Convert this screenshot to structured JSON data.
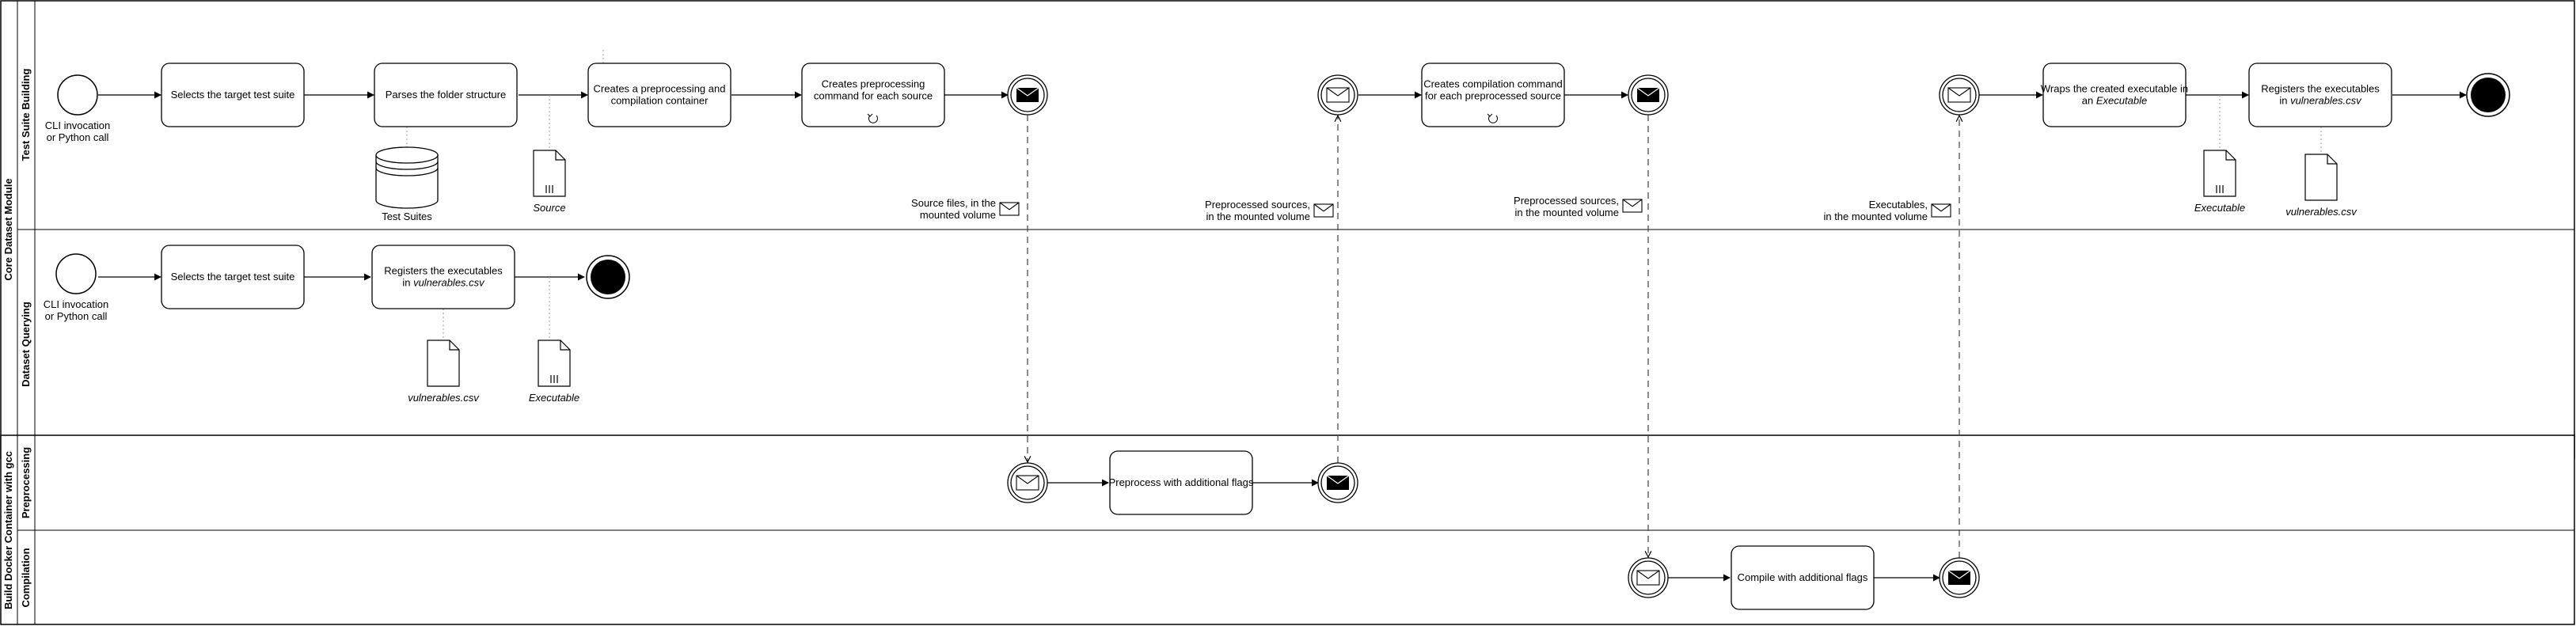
{
  "pools": [
    {
      "id": "core",
      "label": "Core Dataset Module",
      "lanes": [
        {
          "id": "building",
          "label": "Test Suite Building"
        },
        {
          "id": "querying",
          "label": "Dataset Querying"
        }
      ]
    },
    {
      "id": "docker",
      "label": "Build Docker Container with gcc",
      "lanes": [
        {
          "id": "preprocessing",
          "label": "Preprocessing"
        },
        {
          "id": "compilation",
          "label": "Compilation"
        }
      ]
    }
  ],
  "tasks": {
    "b1": [
      "Selects the target test suite"
    ],
    "b2": [
      "Parses the folder structure"
    ],
    "b3": [
      "Creates a preprocessing and",
      "compilation container"
    ],
    "b4": [
      "Creates preprocessing",
      "command for each source"
    ],
    "b5": [
      "Creates compilation command",
      "for each preprocessed source"
    ],
    "b6": [
      [
        {
          "t": "Wraps the created executable in"
        }
      ],
      [
        {
          "t": "an ",
          "i": false
        },
        {
          "t": "Executable",
          "i": true
        }
      ]
    ],
    "b7": [
      [
        {
          "t": "Registers the executables"
        }
      ],
      [
        {
          "t": "in "
        },
        {
          "t": "vulnerables.csv",
          "i": true
        }
      ]
    ],
    "q1": [
      "Selects the target test suite"
    ],
    "q2": [
      [
        {
          "t": "Registers the executables"
        }
      ],
      [
        {
          "t": "in "
        },
        {
          "t": "vulnerables.csv",
          "i": true
        }
      ]
    ],
    "p1": [
      "Preprocess with additional flags"
    ],
    "c1": [
      "Compile with additional flags"
    ]
  },
  "start_labels": {
    "building": [
      "CLI invocation",
      "or Python call"
    ],
    "querying": [
      "CLI invocation",
      "or Python call"
    ]
  },
  "artifacts": {
    "test_suites": {
      "label": "Test Suites",
      "italic": false
    },
    "source": {
      "label": "Source",
      "italic": true
    },
    "executable_b": {
      "label": "Executable",
      "italic": true
    },
    "vulnerables_b": {
      "label": "vulnerables.csv",
      "italic": true
    },
    "vulnerables_q": {
      "label": "vulnerables.csv",
      "italic": true
    },
    "executable_q": {
      "label": "Executable",
      "italic": true
    }
  },
  "messages": {
    "m1": [
      "Source files, in the",
      "mounted volume"
    ],
    "m2": [
      "Preprocessed sources,",
      "in the mounted volume"
    ],
    "m3": [
      "Preprocessed sources,",
      "in the mounted volume"
    ],
    "m4": [
      "Executables,",
      "in the mounted volume"
    ]
  },
  "colors": {
    "stroke": "#000000",
    "fill": "#ffffff",
    "dash": "#555555",
    "assoc": "#999999"
  }
}
